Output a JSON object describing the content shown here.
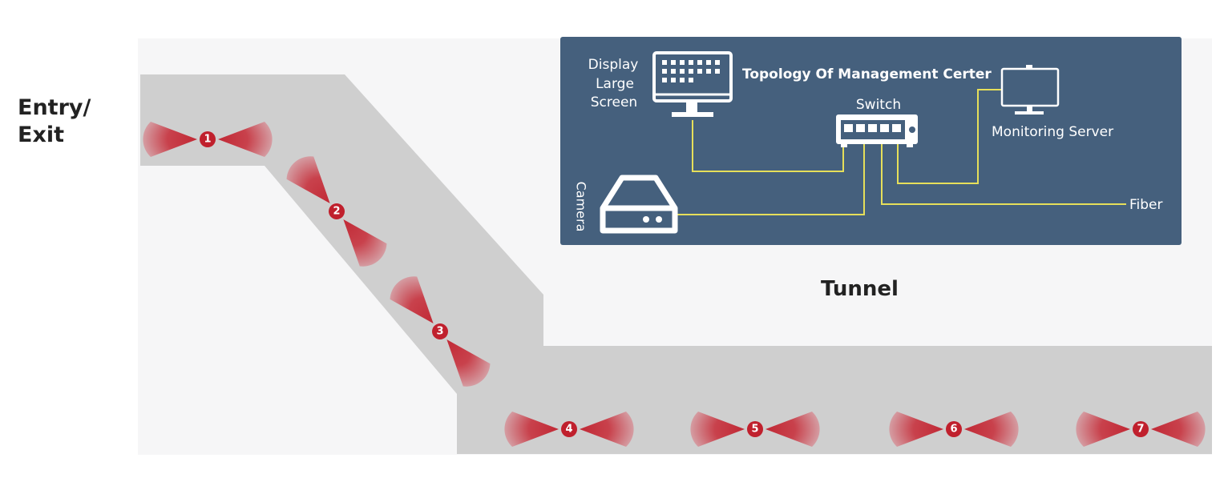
{
  "labels": {
    "entry_exit": "Entry/\nExit",
    "tunnel": "Tunnel"
  },
  "panel": {
    "title": "Topology Of Management Certer",
    "display_line1": "Display",
    "display_line2": "Large",
    "display_line3": "Screen",
    "switch": "Switch",
    "monitoring_server": "Monitoring Server",
    "camera": "Camera",
    "fiber": "Fiber"
  },
  "cameras": [
    "1",
    "2",
    "3",
    "4",
    "5",
    "6",
    "7"
  ],
  "colors": {
    "panel_bg": "#45607d",
    "wire": "#e6df5a",
    "tunnel_fill": "#cfcfcf",
    "ground_fill": "#f6f6f7",
    "camera_red": "#c0202d",
    "icon_white": "#ffffff"
  },
  "icons": [
    "monitor-icon",
    "switch-icon",
    "server-icon",
    "camera-recorder-icon"
  ]
}
